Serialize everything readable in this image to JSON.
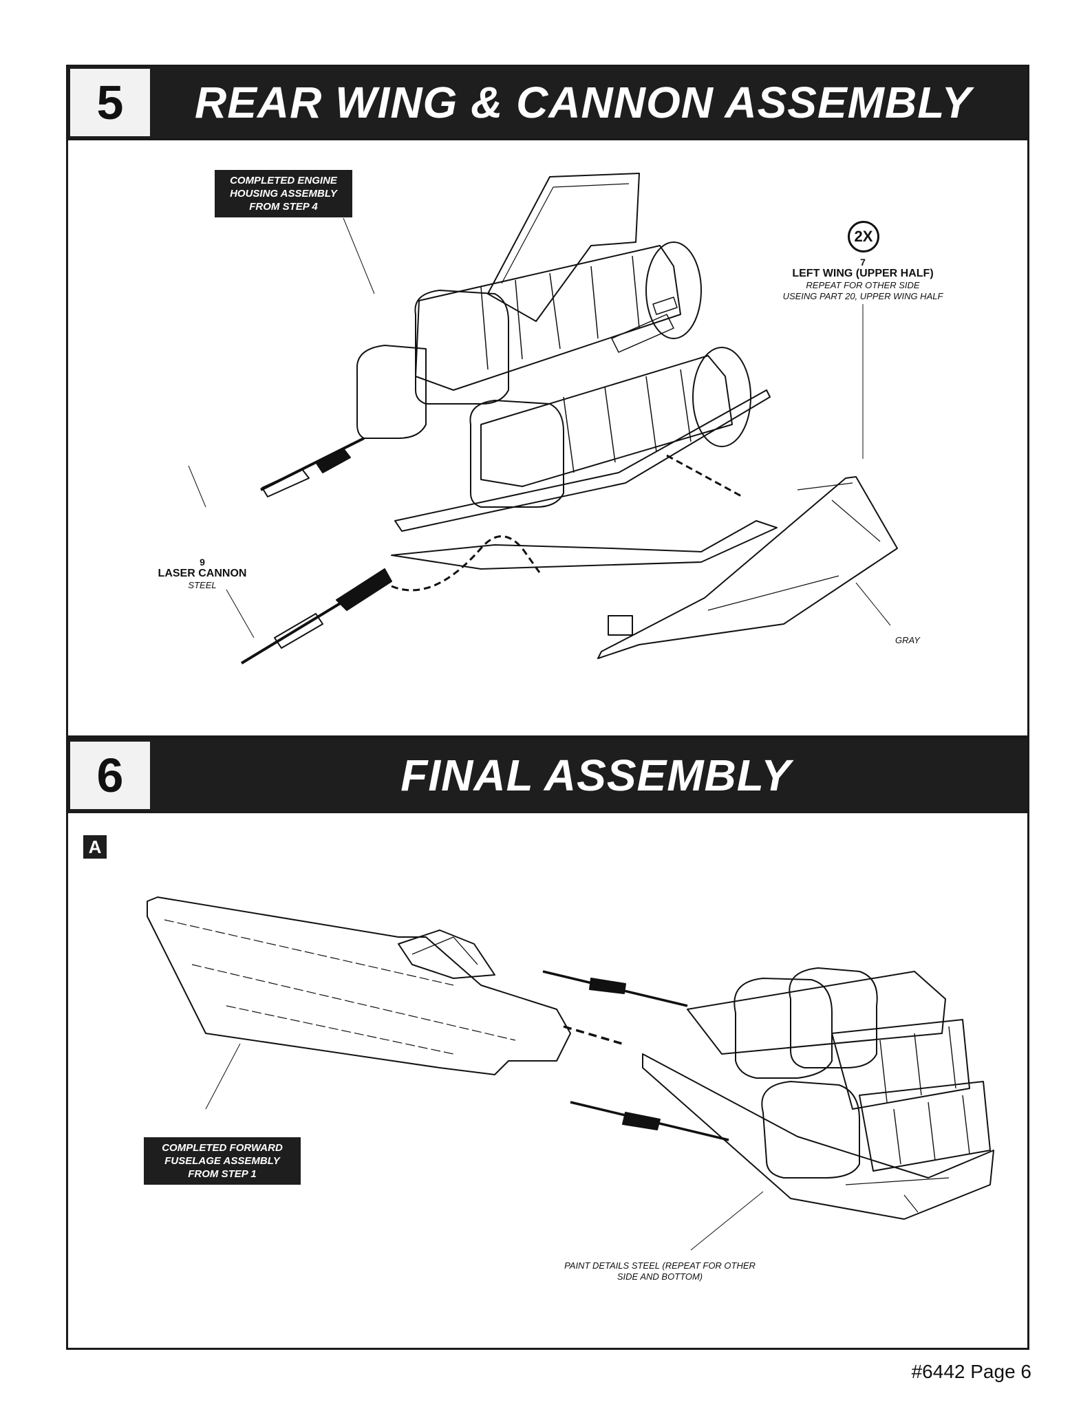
{
  "step5": {
    "number": "5",
    "title": "REAR WING & CANNON ASSEMBLY",
    "engine_callout": [
      "COMPLETED ENGINE",
      "HOUSING ASSEMBLY",
      "FROM STEP 4"
    ],
    "repeat_badge": "2X",
    "wing_label": {
      "number": "7",
      "name": "LEFT WING (UPPER HALF)",
      "note_line1": "REPEAT FOR OTHER SIDE",
      "note_line2": "USEING PART 20, UPPER WING HALF"
    },
    "wing_color": "GRAY",
    "cannon_label": {
      "number": "9",
      "name": "LASER CANNON",
      "color": "STEEL"
    }
  },
  "step6": {
    "number": "6",
    "title": "FINAL ASSEMBLY",
    "sub_step": "A",
    "fuselage_callout": [
      "COMPLETED FORWARD",
      "FUSELAGE ASSEMBLY",
      "FROM STEP 1"
    ],
    "paint_note_line1": "PAINT DETAILS STEEL (REPEAT FOR OTHER",
    "paint_note_line2": "SIDE AND BOTTOM)"
  },
  "footer": {
    "page_label": "#6442 Page 6"
  },
  "colors": {
    "bar": "#1e1e1e",
    "line_art": "#111111"
  }
}
